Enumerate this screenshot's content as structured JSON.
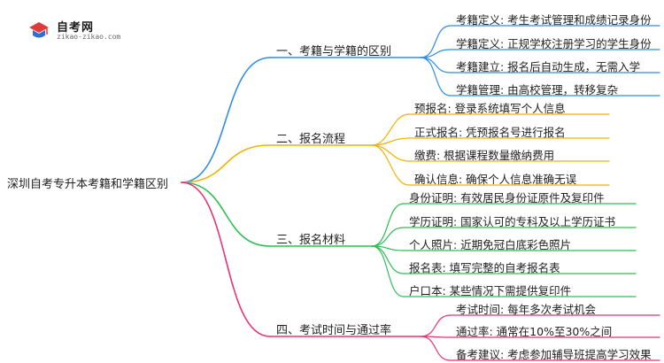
{
  "logo": {
    "title": "自考网",
    "url": "zikao-zikao.com"
  },
  "root": {
    "label": "深圳自考专升本考籍和学籍区别"
  },
  "branches": [
    {
      "label": "一、考籍与学籍的区别",
      "color": "#2f8de4",
      "leaves": [
        "考籍定义: 考生考试管理和成绩记录身份",
        "学籍定义: 正规学校注册学习的学生身份",
        "考籍建立: 报名后自动生成，无需入学",
        "学籍管理: 由高校管理，转移复杂"
      ]
    },
    {
      "label": "二、报名流程",
      "color": "#f0b400",
      "leaves": [
        "预报名: 登录系统填写个人信息",
        "正式报名: 凭预报名号进行报名",
        "缴费: 根据课程数量缴纳费用",
        "确认信息: 确保个人信息准确无误"
      ]
    },
    {
      "label": "三、报名材料",
      "color": "#2fbe55",
      "leaves": [
        "身份证明: 有效居民身份证原件及复印件",
        "学历证明: 国家认可的专科及以上学历证书",
        "个人照片: 近期免冠白底彩色照片",
        "报名表: 填写完整的自考报名表",
        "户口本: 某些情况下需提供复印件"
      ]
    },
    {
      "label": "四、考试时间与通过率",
      "color": "#e8336e",
      "leaves": [
        "考试时间: 每年多次考试机会",
        "通过率: 通常在10%至30%之间",
        "备考建议: 考虑参加辅导班提高学习效果"
      ]
    }
  ]
}
